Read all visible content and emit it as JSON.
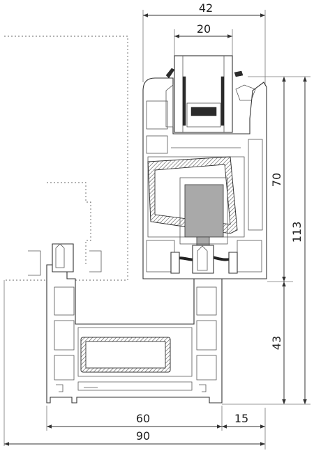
{
  "drawing": {
    "dimensions": {
      "top_overall_width": "42",
      "top_glass_width": "20",
      "sash_height": "70",
      "total_height": "113",
      "frame_height": "43",
      "bottom_left_width": "60",
      "bottom_right_width": "15",
      "bottom_total_width": "90"
    }
  }
}
